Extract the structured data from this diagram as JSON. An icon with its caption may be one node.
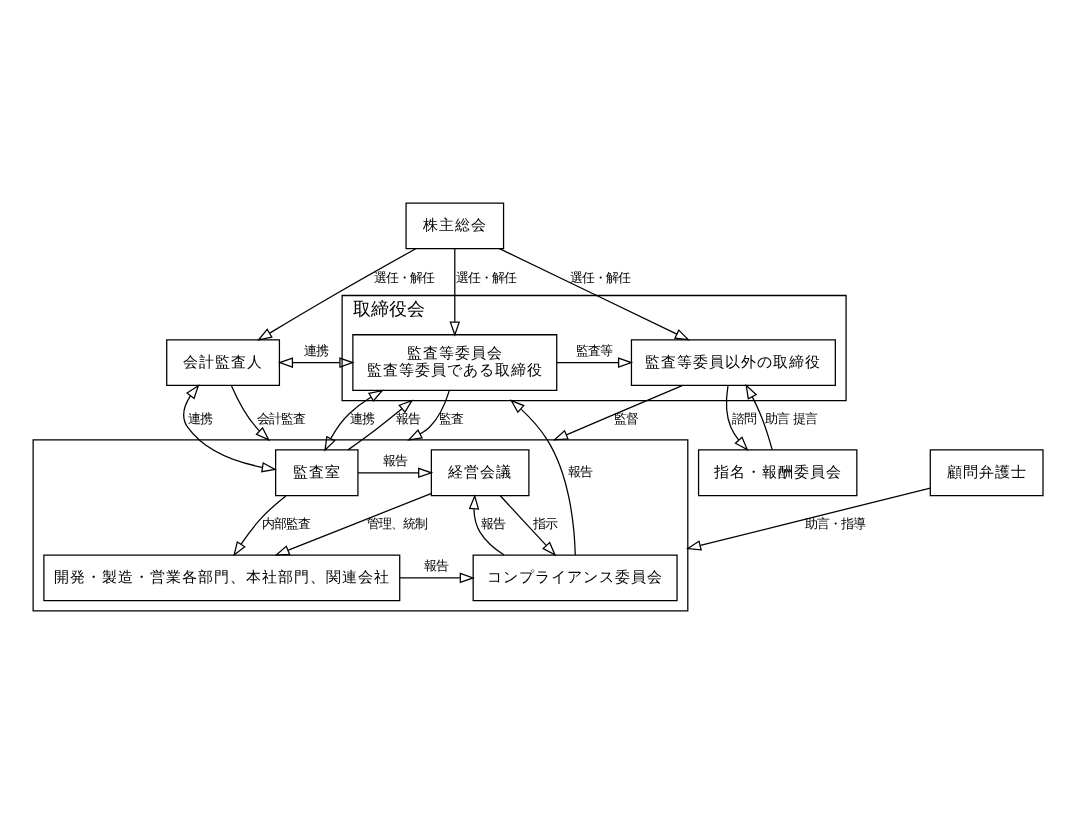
{
  "diagram": {
    "nodes": [
      {
        "text": [
          "株主総会"
        ]
      },
      {
        "text": [
          "会計監査人"
        ]
      },
      {
        "text": [
          "取締役会"
        ]
      },
      {
        "text": [
          "監査等委員会",
          "監査等委員である取締役"
        ],
        "in": 2
      },
      {
        "text": [
          "監査等委員以外の取締役"
        ],
        "in": 2
      },
      {
        "text": [
          "指名・報酬委員会"
        ]
      },
      {
        "text": [
          "顧問弁護士"
        ]
      },
      {
        "text": [],
        "shape": "box"
      },
      {
        "text": [
          "監査室"
        ],
        "in": 7
      },
      {
        "text": [
          "経営会議"
        ],
        "in": 7
      },
      {
        "text": [
          "コンプライアンス委員会"
        ],
        "in": 7
      },
      {
        "text": [
          "開発・製造・営業各部門、本社部門、関連会社"
        ],
        "in": 7
      }
    ],
    "edges": [
      {
        "from": 0,
        "to": 1,
        "arrow": "to",
        "label": "選任・解任"
      },
      {
        "from": 0,
        "to": 3,
        "arrow": "to",
        "label": "選任・解任"
      },
      {
        "from": 0,
        "to": 4,
        "arrow": "to",
        "label": "選任・解任"
      },
      {
        "from": 1,
        "to": 3,
        "arrow": "both",
        "label": "連携"
      },
      {
        "from": 3,
        "to": 4,
        "arrow": "to",
        "label": "監査等"
      },
      {
        "from": 4,
        "to": 5,
        "arrow": "to",
        "label": "諮問"
      },
      {
        "from": 5,
        "to": 4,
        "arrow": "to",
        "label": "助言 提言"
      },
      {
        "from": 3,
        "to": 8,
        "arrow": "both",
        "label": "連携"
      },
      {
        "from": 8,
        "to": 2,
        "arrow": "to",
        "label": "報告"
      },
      {
        "from": 3,
        "to": 7,
        "arrow": "to",
        "label": "監査"
      },
      {
        "from": 4,
        "to": 7,
        "arrow": "to",
        "label": "監督"
      },
      {
        "from": 10,
        "to": 2,
        "arrow": "to",
        "label": "報告"
      },
      {
        "from": 1,
        "to": 8,
        "arrow": "both",
        "label": "連携"
      },
      {
        "from": 1,
        "to": 7,
        "arrow": "to",
        "label": "会計監査"
      },
      {
        "from": 8,
        "to": 9,
        "arrow": "to",
        "label": "報告"
      },
      {
        "from": 10,
        "to": 9,
        "arrow": "to",
        "label": "報告"
      },
      {
        "from": 9,
        "to": 10,
        "arrow": "to",
        "label": "指示"
      },
      {
        "from": 8,
        "to": 11,
        "arrow": "to",
        "label": "内部監査"
      },
      {
        "from": 9,
        "to": 11,
        "arrow": "to",
        "label": "管理、統制"
      },
      {
        "from": 11,
        "to": 10,
        "arrow": "to",
        "label": "報告"
      },
      {
        "from": 6,
        "to": 7,
        "arrow": "to",
        "label": "助言・指導"
      }
    ]
  }
}
